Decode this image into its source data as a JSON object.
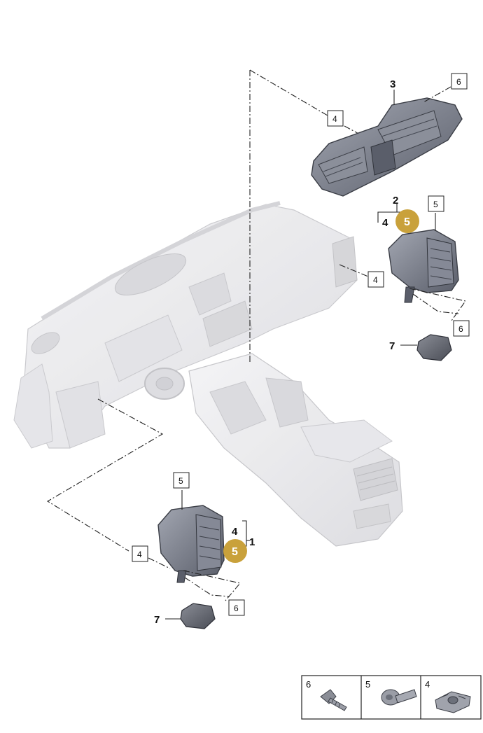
{
  "callouts": {
    "vent_center_ref": "3",
    "vent_center_clip": "4",
    "vent_center_screw": "6",
    "vent_right_ref": "2",
    "vent_right_clip": "4",
    "vent_right_badge": "5",
    "vent_right_rivet": "5",
    "vent_right_clip_lower": "4",
    "vent_right_screw": "6",
    "sensor_right_ref": "7",
    "vent_left_ref": "1",
    "vent_left_clip": "4",
    "vent_left_badge": "5",
    "vent_left_rivet": "5",
    "vent_left_clip_lower": "4",
    "vent_left_screw": "6",
    "sensor_left_ref": "7"
  },
  "legend": {
    "items": [
      {
        "num": "6",
        "icon": "screw-icon"
      },
      {
        "num": "5",
        "icon": "rivet-icon"
      },
      {
        "num": "4",
        "icon": "clip-nut-icon"
      }
    ]
  },
  "colors": {
    "badge": "#c9a13b",
    "dashboard": "#e9e9ec",
    "part": "#6e7280"
  }
}
